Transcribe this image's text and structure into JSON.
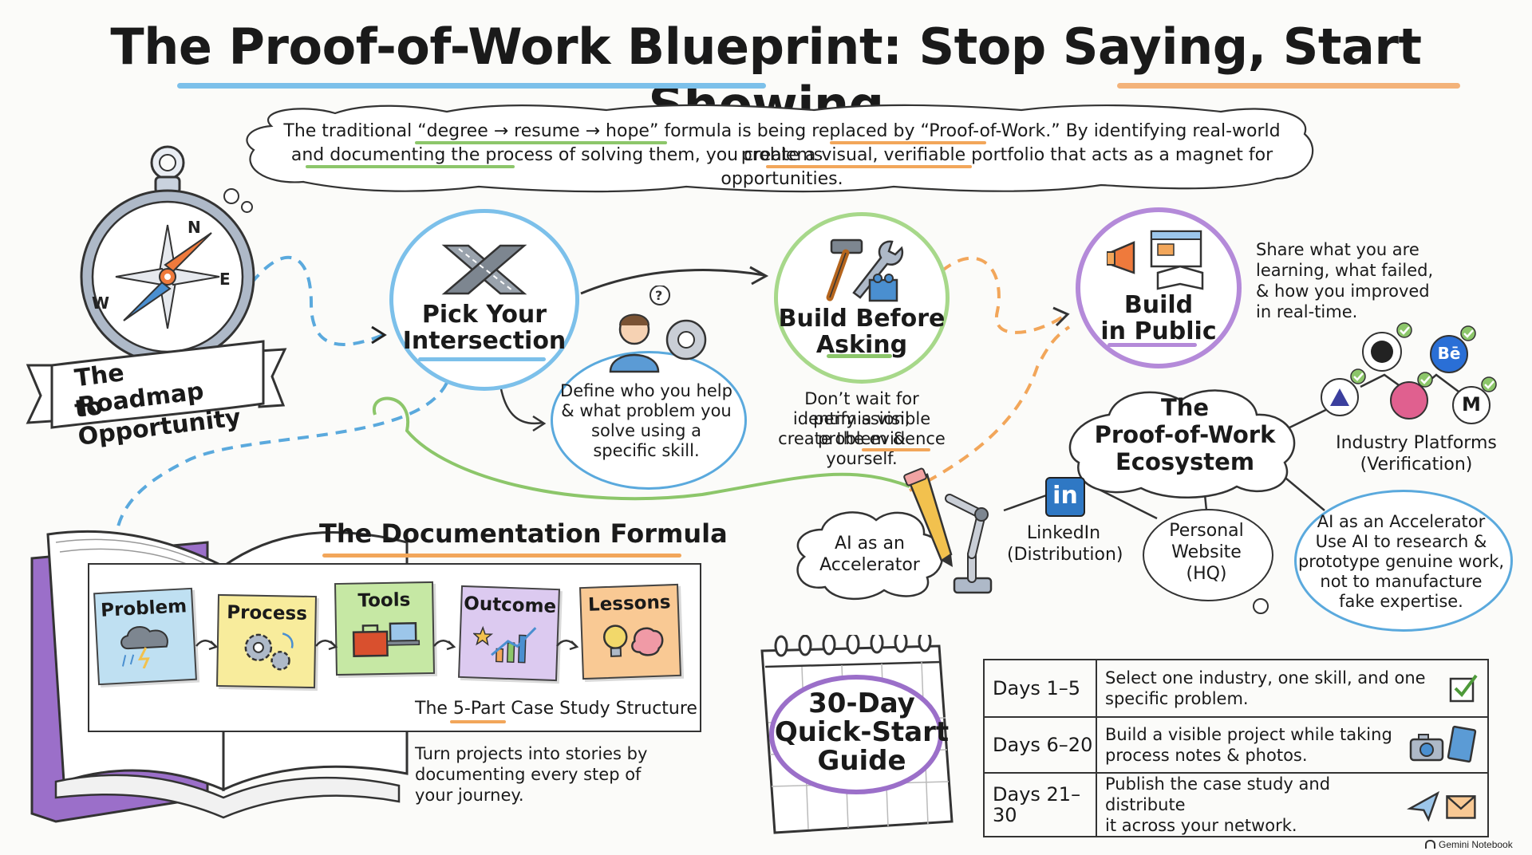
{
  "title": {
    "main": "The Proof-of-Work Blueprint: Stop Saying, Start Showing"
  },
  "intro": {
    "line1": "The traditional “degree → resume → hope” formula is being replaced by “Proof-of-Work.” By identifying real-world problems",
    "line2": "and documenting the process of solving them, you create a visual, verifiable portfolio that acts as a magnet for opportunities."
  },
  "roadmap": {
    "banner_line1": "The Roadmap",
    "banner_line2": "to Opportunity",
    "compass_n": "N",
    "compass_e": "E",
    "compass_w": "W"
  },
  "steps": {
    "pick": {
      "title_line1": "Pick Your",
      "title_line2": "Intersection",
      "desc_line1": "Define who you help",
      "desc_line2": "& what problem you",
      "desc_line3": "solve using a",
      "desc_line4": "specific skill."
    },
    "build": {
      "title_line1": "Build Before",
      "title_line2": "Asking",
      "desc_line1": "Don’t wait for permission;",
      "desc_line2": "identify a visible problem &",
      "desc_line3": "create the evidence yourself."
    },
    "public": {
      "title_line1": "Build",
      "title_line2": "in Public",
      "desc_line1": "Share what you are",
      "desc_line2": "learning, what failed,",
      "desc_line3": "& how you improved",
      "desc_line4": "in real-time."
    }
  },
  "ecosystem": {
    "title_line1": "The",
    "title_line2": "Proof-of-Work",
    "title_line3": "Ecosystem",
    "ai_cloud_line1": "AI as an",
    "ai_cloud_line2": "Accelerator",
    "linkedin_icon": "in",
    "linkedin_line1": "LinkedIn",
    "linkedin_line2": "(Distribution)",
    "website_line1": "Personal",
    "website_line2": "Website",
    "website_line3": "(HQ)",
    "platforms_line1": "Industry Platforms",
    "platforms_line2": "(Verification)",
    "behance_icon": "Bē",
    "ai_note_line1": "AI as an Accelerator",
    "ai_note_line2": "Use AI to research &",
    "ai_note_line3": "prototype genuine work,",
    "ai_note_line4": "not to manufacture",
    "ai_note_line5": "fake expertise."
  },
  "documentation": {
    "title": "The Documentation Formula",
    "subtitle": "The 5-Part Case Study Structure",
    "desc_line1": "Turn projects into stories by",
    "desc_line2": "documenting every step of",
    "desc_line3": "your journey.",
    "steps": [
      {
        "label": "Problem",
        "color": "#bfe0f2",
        "icon": "storm-cloud-icon"
      },
      {
        "label": "Process",
        "color": "#f8ec9c",
        "icon": "gears-icon"
      },
      {
        "label": "Tools",
        "color": "#c6e8a4",
        "icon": "toolbox-icon"
      },
      {
        "label": "Outcome",
        "color": "#dccaf0",
        "icon": "growth-chart-icon"
      },
      {
        "label": "Lessons",
        "color": "#f9c994",
        "icon": "lightbulb-brain-icon"
      }
    ]
  },
  "quickstart": {
    "title_line1": "30-Day",
    "title_line2": "Quick-Start",
    "title_line3": "Guide",
    "rows": [
      {
        "days": "Days 1–5",
        "line1": "Select one industry, one skill, and one",
        "line2": "specific problem.",
        "icon": "checkbox-icon"
      },
      {
        "days": "Days 6–20",
        "line1": "Build a visible project while taking",
        "line2": "process notes & photos.",
        "icon": "camera-notebook-icon"
      },
      {
        "days": "Days 21–30",
        "line1": "Publish the case study and distribute",
        "line2": "it across your network.",
        "icon": "paper-plane-envelope-icon"
      }
    ]
  },
  "footer": {
    "brand": "Gemini Notebook"
  },
  "colors": {
    "blue": "#5aa9dd",
    "green": "#8cc66a",
    "orange": "#f2a65a",
    "purple": "#9b6fc9",
    "ink": "#1a1a1a"
  }
}
